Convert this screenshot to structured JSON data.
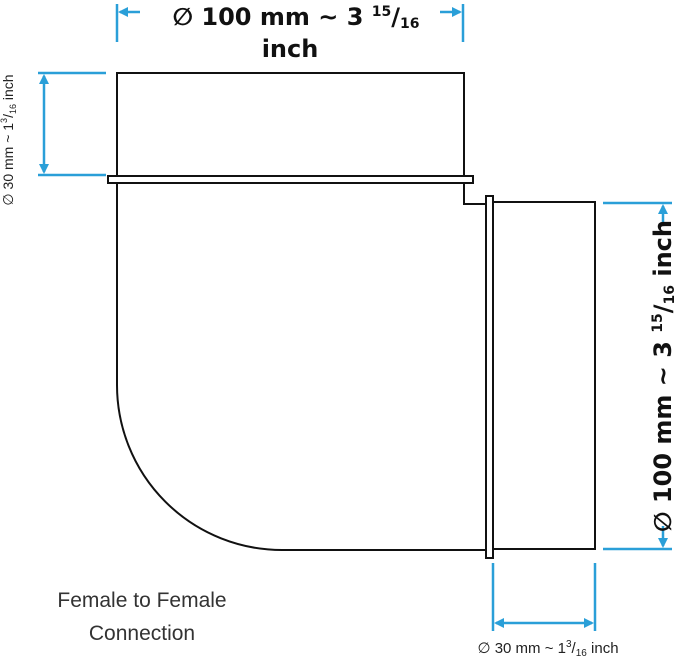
{
  "dimensions": {
    "top_width": {
      "symbol": "∅",
      "text": "100 mm ~ 3",
      "frac_num": "15",
      "frac_den": "16",
      "unit": "inch"
    },
    "right_height": {
      "symbol": "∅",
      "text": "100 mm ~ 3",
      "frac_num": "15",
      "frac_den": "16",
      "unit": "inch"
    },
    "left_depth": {
      "symbol": "∅",
      "text": "30 mm ~ 1",
      "frac_num": "3",
      "frac_den": "16",
      "unit": "inch"
    },
    "bottom_depth": {
      "symbol": "∅",
      "text": "30 mm ~ 1",
      "frac_num": "3",
      "frac_den": "16",
      "unit": "inch"
    }
  },
  "caption": {
    "line1": "Female to Female",
    "line2": "Connection"
  },
  "colors": {
    "dimension": "#2a9fd8",
    "outline": "#111111"
  }
}
